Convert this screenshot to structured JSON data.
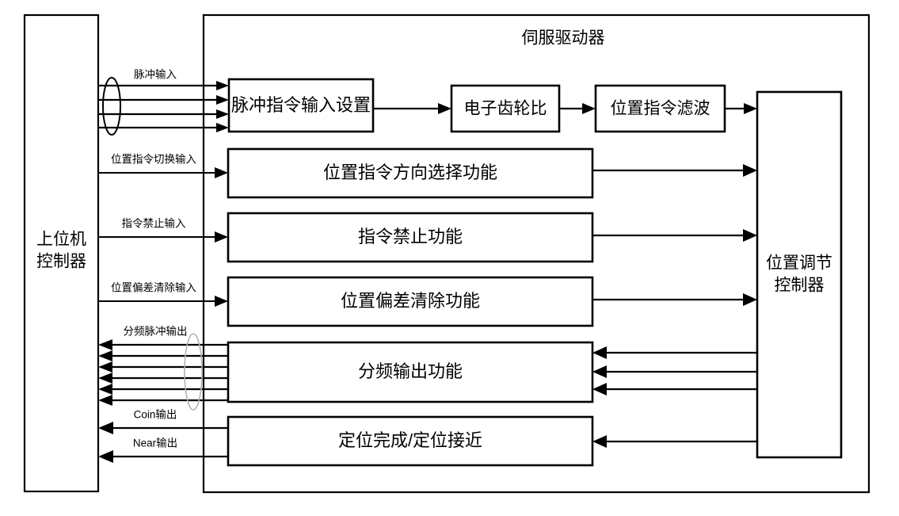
{
  "diagram": {
    "title": "伺服驱动器",
    "host": {
      "label_line1": "上位机",
      "label_line2": "控制器"
    },
    "position_controller": {
      "label_line1": "位置调节",
      "label_line2": "控制器"
    },
    "blocks": [
      {
        "id": "pulse-command-input-setting",
        "label": "脉冲指令输入设置"
      },
      {
        "id": "electronic-gear-ratio",
        "label": "电子齿轮比"
      },
      {
        "id": "position-command-filter",
        "label": "位置指令滤波"
      },
      {
        "id": "position-command-direction-select",
        "label": "位置指令方向选择功能"
      },
      {
        "id": "command-inhibit-function",
        "label": "指令禁止功能"
      },
      {
        "id": "position-deviation-clear-function",
        "label": "位置偏差清除功能"
      },
      {
        "id": "frequency-division-output-function",
        "label": "分频输出功能"
      },
      {
        "id": "positioning-complete-near",
        "label": "定位完成/定位接近"
      }
    ],
    "signals": [
      {
        "id": "pulse-input",
        "label": "脉冲输入",
        "direction": "in",
        "lines": 4
      },
      {
        "id": "position-command-switch-input",
        "label": "位置指令切换输入",
        "direction": "in",
        "lines": 1
      },
      {
        "id": "command-inhibit-input",
        "label": "指令禁止输入",
        "direction": "in",
        "lines": 1
      },
      {
        "id": "position-deviation-clear-input",
        "label": "位置偏差清除输入",
        "direction": "in",
        "lines": 1
      },
      {
        "id": "frequency-division-pulse-output",
        "label": "分频脉冲输出",
        "direction": "out",
        "lines": 6
      },
      {
        "id": "coin-output",
        "label": "Coin输出",
        "direction": "out",
        "lines": 1
      },
      {
        "id": "near-output",
        "label": "Near输出",
        "direction": "out",
        "lines": 1
      }
    ],
    "colors": {
      "stroke": "#000000",
      "background": "#ffffff",
      "bundle_light": "#b4b4b4"
    }
  }
}
